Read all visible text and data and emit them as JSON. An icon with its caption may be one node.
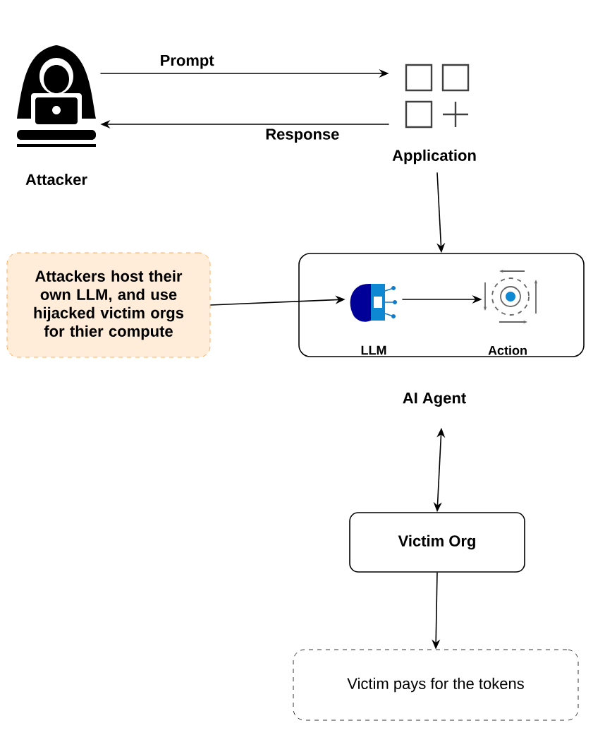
{
  "diagram": {
    "nodes": [
      {
        "text": [
          "Attacker"
        ]
      },
      {
        "text": [
          "Application"
        ]
      },
      {
        "text": [
          "Attackers host their own LLM, and use hijacked victim orgs for thier compute"
        ]
      },
      {
        "text": [
          "AI Agent"
        ]
      },
      {
        "text": [
          "LLM"
        ],
        "in": 3
      },
      {
        "text": [
          "Action"
        ],
        "in": 3
      },
      {
        "text": [
          "Victim Org"
        ]
      },
      {
        "text": [
          "Victim pays for the tokens"
        ]
      }
    ],
    "edges": [
      {
        "from": 0,
        "to": 1,
        "arrow": "to",
        "label": "Prompt"
      },
      {
        "from": 1,
        "to": 0,
        "arrow": "to",
        "label": "Response"
      },
      {
        "from": 1,
        "to": 3,
        "arrow": "to"
      },
      {
        "from": 2,
        "to": 4,
        "arrow": "to"
      },
      {
        "from": 4,
        "to": 5,
        "arrow": "to"
      },
      {
        "from": 3,
        "to": 6,
        "arrow": "both"
      },
      {
        "from": 6,
        "to": 7,
        "arrow": "to"
      }
    ]
  }
}
